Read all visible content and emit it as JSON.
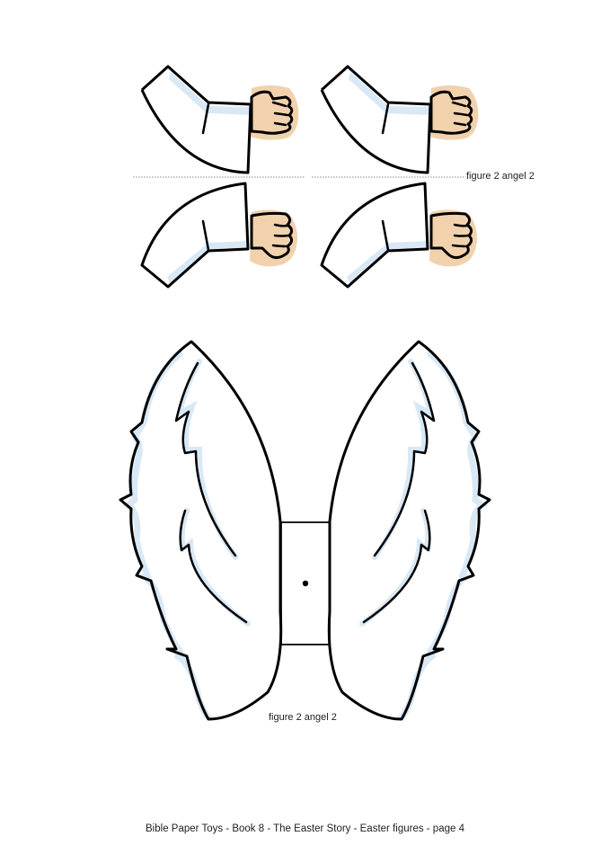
{
  "page": {
    "background": "#ffffff",
    "ink_color": "#000000",
    "shade_color": "#d9e8f5",
    "skin_color": "#f1d2ad"
  },
  "arms_section": {
    "fold_line_label": "figure 2 angel 2",
    "pieces": [
      {
        "name": "upper-left-arm",
        "orientation": "upper"
      },
      {
        "name": "upper-right-arm",
        "orientation": "upper"
      },
      {
        "name": "lower-left-arm",
        "orientation": "lower"
      },
      {
        "name": "lower-right-arm",
        "orientation": "lower"
      }
    ]
  },
  "wings_section": {
    "label": "figure 2 angel 2"
  },
  "footer": {
    "text": "Bible Paper Toys - Book 8 - The Easter Story - Easter figures - page 4"
  }
}
